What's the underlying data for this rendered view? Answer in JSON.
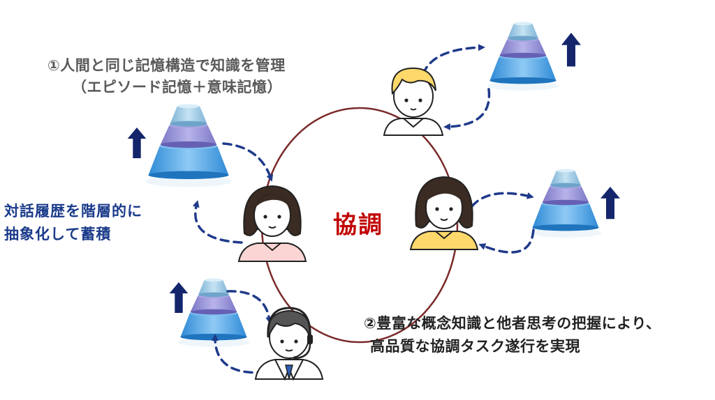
{
  "labels": {
    "memory_structure_line1": "①人間と同じ記憶構造で知識を管理",
    "memory_structure_line2": "（エピソード記憶＋意味記憶）",
    "abstraction_line1": "対話履歴を階層的に",
    "abstraction_line2": "抽象化して蓄積",
    "collaboration": "協調",
    "concept_line1": "②豊富な概念知識と他者思考の把握により、",
    "concept_line2": "高品質な協調タスク遂行を実現"
  },
  "colors": {
    "ring": "#7a2a2a",
    "arrow_dashed": "#1f3a8a",
    "arrow_solid": "#14256b",
    "pyramid_top": "#a9d3ea",
    "pyramid_mid": "#9b97d9",
    "pyramid_bottom": "#4aa6e8",
    "collaboration_text": "#c00000"
  },
  "icons": [
    "pyramid-icon",
    "up-arrow-icon",
    "person-icon",
    "operator-headset-icon",
    "dashed-arrow-icon"
  ]
}
